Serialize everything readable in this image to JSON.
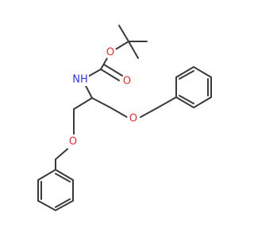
{
  "molecule": {
    "atoms": [
      {
        "id": "O_ether1",
        "label": "O",
        "color": "#ff2a2a"
      },
      {
        "id": "O_carbonyl",
        "label": "O",
        "color": "#ff2a2a"
      },
      {
        "id": "N_amide",
        "label": "NH",
        "color": "#2f2fff"
      },
      {
        "id": "O_ether2",
        "label": "O",
        "color": "#ff2a2a"
      },
      {
        "id": "O_ether3",
        "label": "O",
        "color": "#ff2a2a"
      }
    ],
    "bond_color": "#3a3a3a"
  }
}
